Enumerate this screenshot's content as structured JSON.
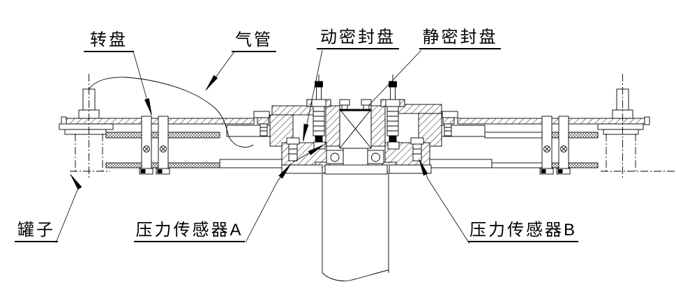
{
  "drawing": {
    "background": "#ffffff",
    "line_color": "#000000",
    "labels": {
      "turntable": "转盘",
      "air_pipe": "气管",
      "dynamic_seal_disc": "动密封盘",
      "static_seal_disc": "静密封盘",
      "tank": "罐子",
      "pressure_sensor_a": "压力传感器A",
      "pressure_sensor_b": "压力传感器B"
    }
  }
}
